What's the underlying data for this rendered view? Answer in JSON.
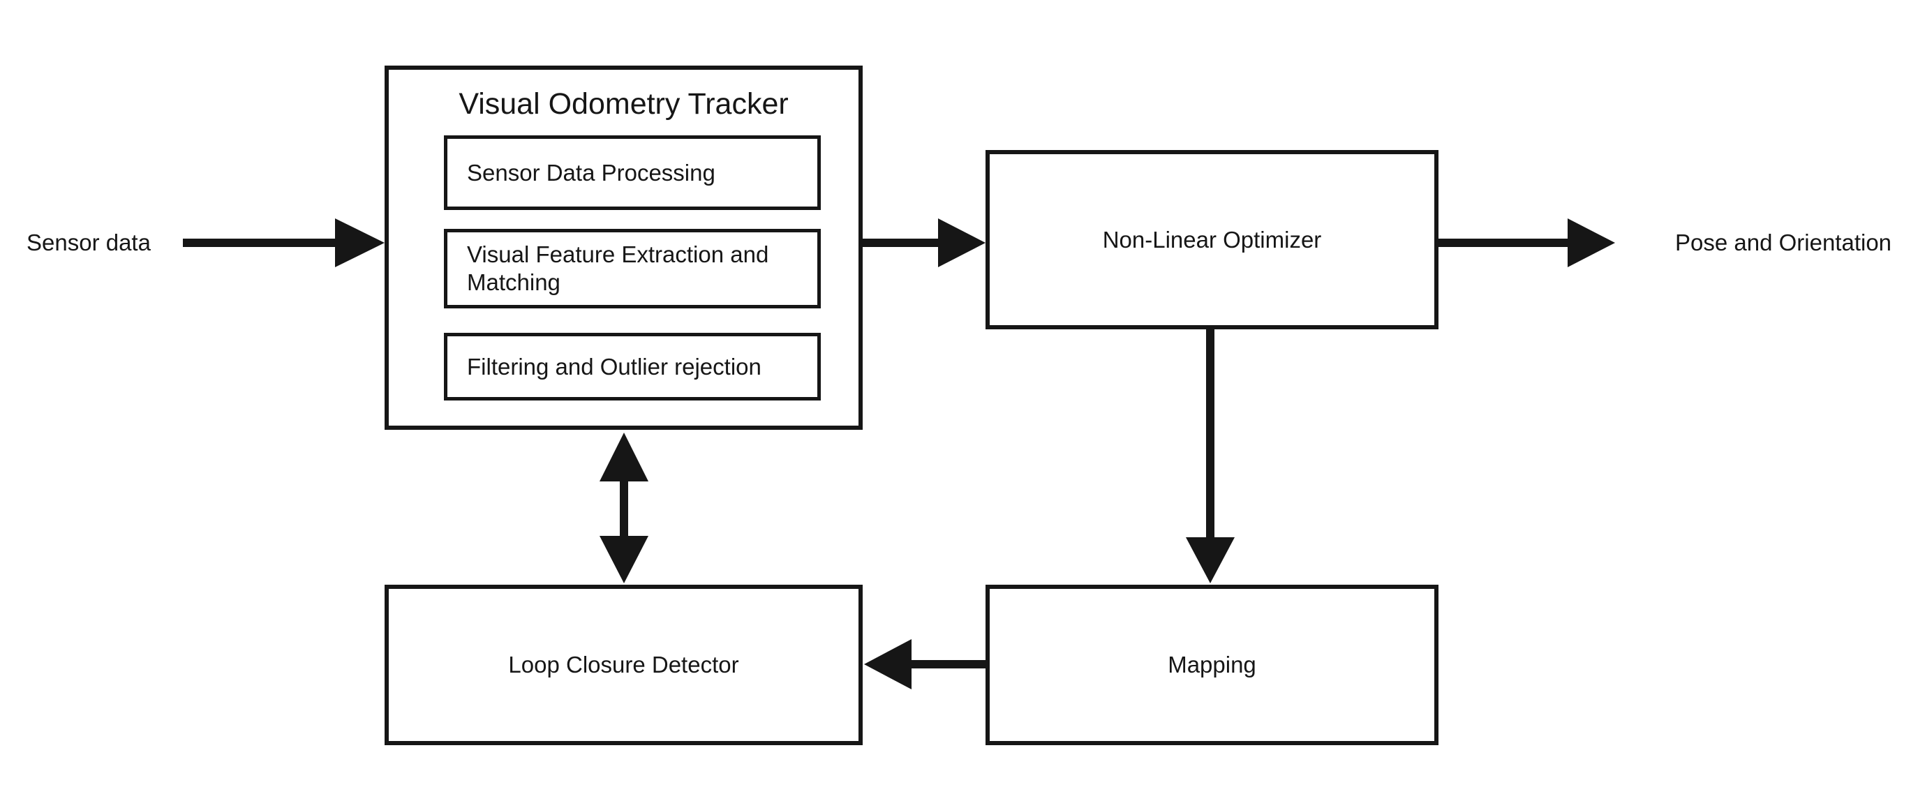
{
  "colors": {
    "background": "#ffffff",
    "ink": "#161616"
  },
  "external_labels": {
    "input": "Sensor data",
    "output": "Pose and Orientation"
  },
  "nodes": {
    "visual_odometry_tracker": {
      "title": "Visual Odometry Tracker",
      "sub_blocks": [
        "Sensor Data Processing",
        "Visual Feature Extraction and Matching",
        "Filtering and Outlier rejection"
      ]
    },
    "non_linear_optimizer": {
      "label": "Non-Linear Optimizer"
    },
    "mapping": {
      "label": "Mapping"
    },
    "loop_closure_detector": {
      "label": "Loop Closure Detector"
    }
  },
  "edges": [
    {
      "from": "Sensor data",
      "to": "Visual Odometry Tracker",
      "style": "arrow"
    },
    {
      "from": "Visual Odometry Tracker",
      "to": "Non-Linear Optimizer",
      "style": "arrow"
    },
    {
      "from": "Non-Linear Optimizer",
      "to": "Pose and Orientation",
      "style": "arrow"
    },
    {
      "from": "Non-Linear Optimizer",
      "to": "Mapping",
      "style": "arrow"
    },
    {
      "from": "Mapping",
      "to": "Loop Closure Detector",
      "style": "arrow"
    },
    {
      "from": "Loop Closure Detector",
      "to": "Visual Odometry Tracker",
      "style": "double-arrow"
    }
  ]
}
